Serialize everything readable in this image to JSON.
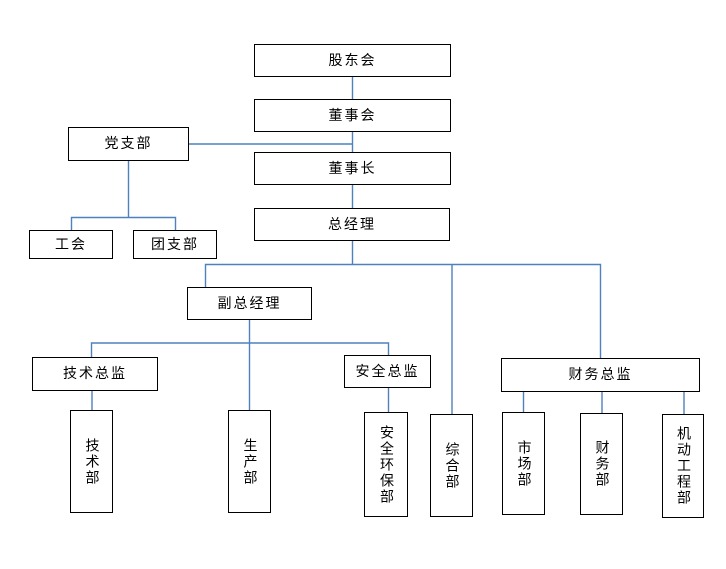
{
  "diagram": {
    "type": "org-chart",
    "colors": {
      "connector_blue": "#4f81bd",
      "box_border": "#000000",
      "box_background": "#ffffff",
      "text": "#000000",
      "page_background": "#ffffff"
    },
    "nodes": {
      "shareholders": {
        "label": "股东会"
      },
      "board": {
        "label": "董事会"
      },
      "party_branch": {
        "label": "党支部"
      },
      "chairman": {
        "label": "董事长"
      },
      "general_manager": {
        "label": "总经理"
      },
      "labor_union": {
        "label": "工会"
      },
      "youth_league": {
        "label": "团支部"
      },
      "deputy_gm": {
        "label": "副总经理"
      },
      "tech_director": {
        "label": "技术总监"
      },
      "safety_director": {
        "label": "安全总监"
      },
      "finance_director": {
        "label": "财务总监"
      },
      "tech_dept": {
        "label": "技术部"
      },
      "production_dept": {
        "label": "生产部"
      },
      "safety_env_dept": {
        "label": "安全环保部"
      },
      "general_dept": {
        "label": "综合部"
      },
      "marketing_dept": {
        "label": "市场部"
      },
      "finance_dept": {
        "label": "财务部"
      },
      "mech_eng_dept": {
        "label": "机动工程部"
      }
    },
    "edges": [
      {
        "from": "shareholders",
        "to": "board"
      },
      {
        "from": "board",
        "to": "chairman"
      },
      {
        "from": "party_branch",
        "to": "board-chairman-connector"
      },
      {
        "from": "party_branch",
        "to": "labor_union"
      },
      {
        "from": "party_branch",
        "to": "youth_league"
      },
      {
        "from": "chairman",
        "to": "general_manager"
      },
      {
        "from": "general_manager",
        "to": "deputy_gm"
      },
      {
        "from": "general_manager",
        "to": "general_dept"
      },
      {
        "from": "general_manager",
        "to": "finance_director"
      },
      {
        "from": "deputy_gm",
        "to": "tech_director"
      },
      {
        "from": "deputy_gm",
        "to": "production_dept"
      },
      {
        "from": "deputy_gm",
        "to": "safety_director"
      },
      {
        "from": "tech_director",
        "to": "tech_dept"
      },
      {
        "from": "safety_director",
        "to": "safety_env_dept"
      },
      {
        "from": "finance_director",
        "to": "marketing_dept"
      },
      {
        "from": "finance_director",
        "to": "finance_dept"
      },
      {
        "from": "finance_director",
        "to": "mech_eng_dept"
      }
    ]
  }
}
